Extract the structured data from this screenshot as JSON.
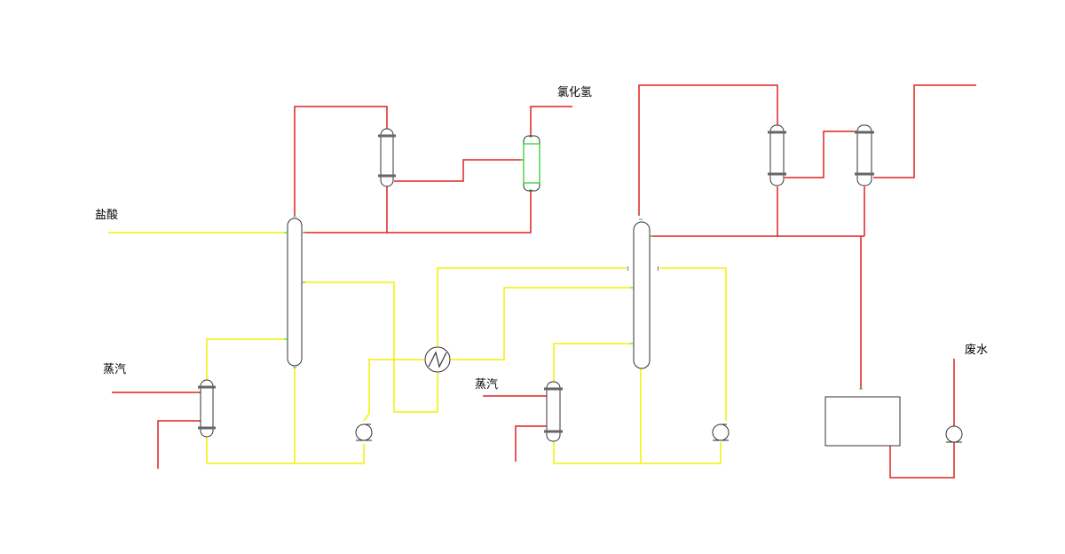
{
  "labels": {
    "hcl_acid": "盐酸",
    "hydrogen_chloride": "氯化氢",
    "steam_left": "蒸汽",
    "steam_right": "蒸汽",
    "waste_water": "废水"
  },
  "colors": {
    "gas_line": "#e02020",
    "liquid_line": "#f4f000",
    "nozzle": "#22cc22",
    "equipment_outline": "#333333"
  },
  "icons": [
    "column",
    "reboiler",
    "condenser",
    "separator",
    "pump",
    "heat-exchanger",
    "tank"
  ]
}
